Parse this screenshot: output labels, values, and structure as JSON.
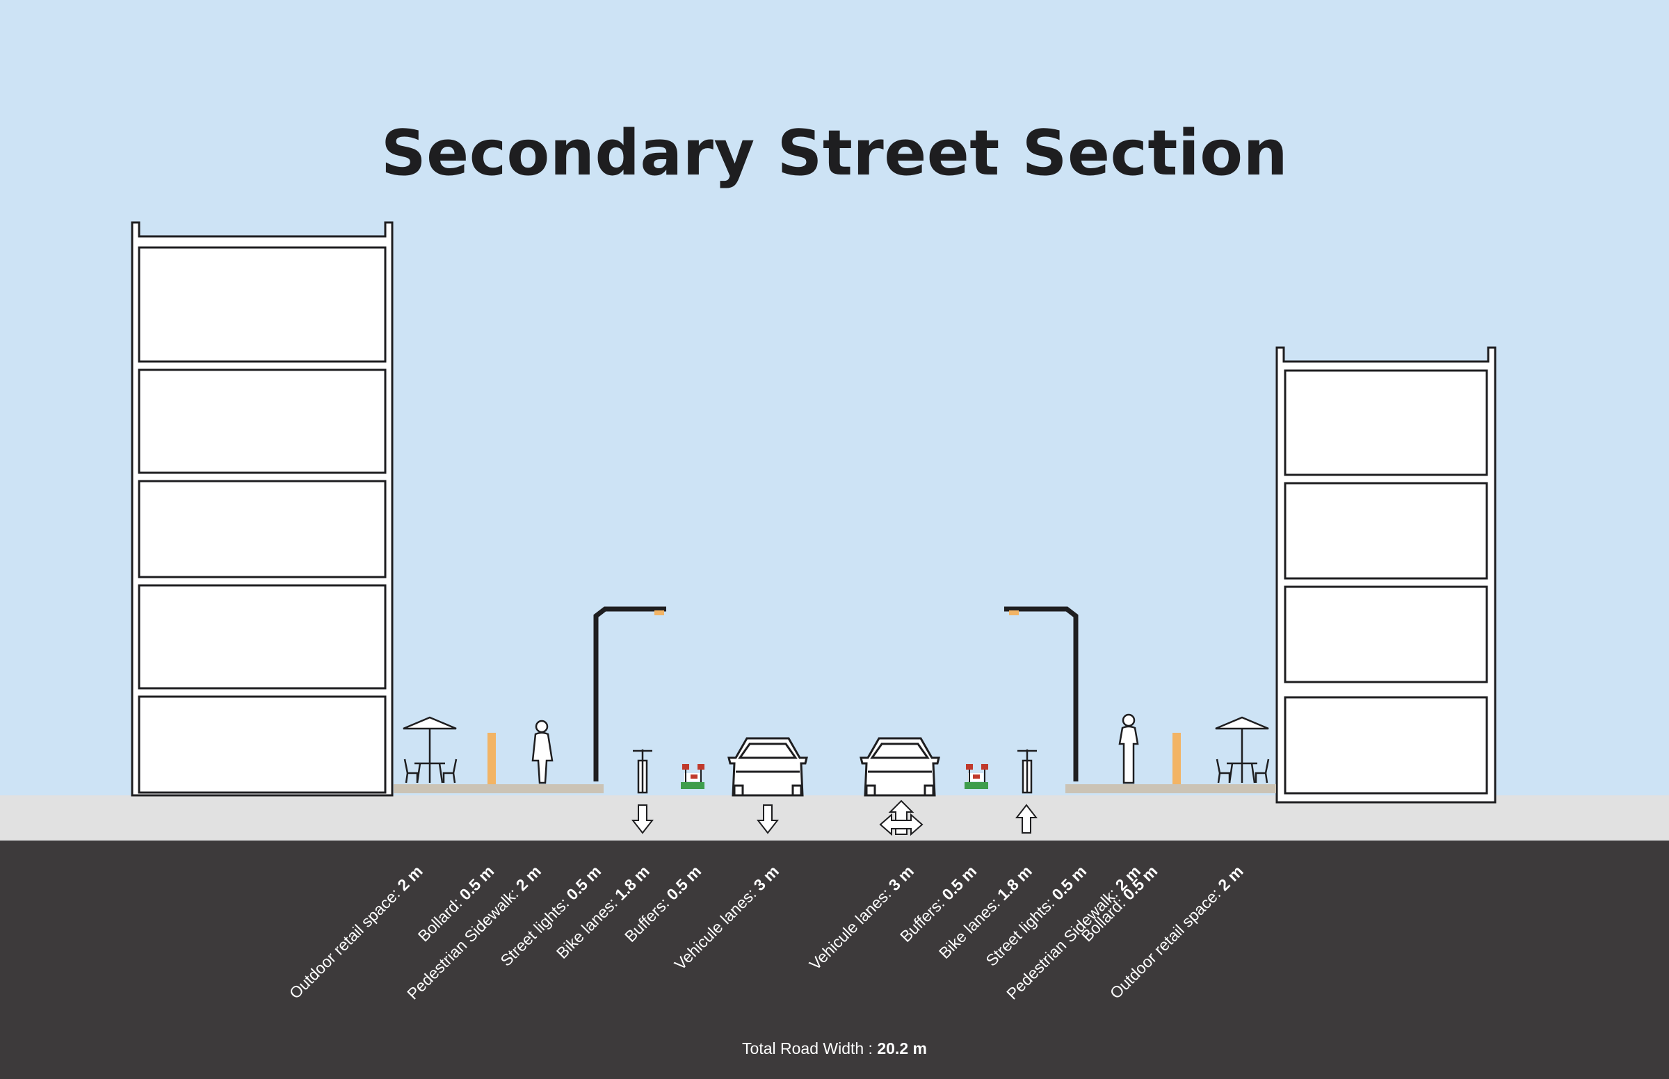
{
  "title": "Secondary Street Section",
  "colors": {
    "sky": "#cde3f5",
    "ground": "#e1e1e1",
    "asphalt": "#3d3a3b",
    "bollard": "#f2b465",
    "sidewalk": "#cbc3b5",
    "planter_green": "#3e9d4c",
    "planter_red": "#c0392b"
  },
  "labels": [
    {
      "name": "Outdoor retail space:",
      "value": "2 m"
    },
    {
      "name": "Bollard:",
      "value": "0.5 m"
    },
    {
      "name": "Pedestrian Sidewalk:",
      "value": "2 m"
    },
    {
      "name": "Street lights:",
      "value": "0.5 m"
    },
    {
      "name": "Bike lanes:",
      "value": "1.8 m"
    },
    {
      "name": "Buffers:",
      "value": "0.5 m"
    },
    {
      "name": "Vehicule lanes:",
      "value": "3 m"
    },
    {
      "name": "Vehicule lanes:",
      "value": "3 m"
    },
    {
      "name": "Buffers:",
      "value": "0.5 m"
    },
    {
      "name": "Bike lanes:",
      "value": "1.8 m"
    },
    {
      "name": "Street lights:",
      "value": "0.5 m"
    },
    {
      "name": "Pedestrian Sidewalk:",
      "value": "2 m"
    },
    {
      "name": "Bollard:",
      "value": "0.5 m"
    },
    {
      "name": "Outdoor retail space:",
      "value": "2 m"
    }
  ],
  "total": {
    "label": "Total Road Width :",
    "value": "20.2 m"
  }
}
